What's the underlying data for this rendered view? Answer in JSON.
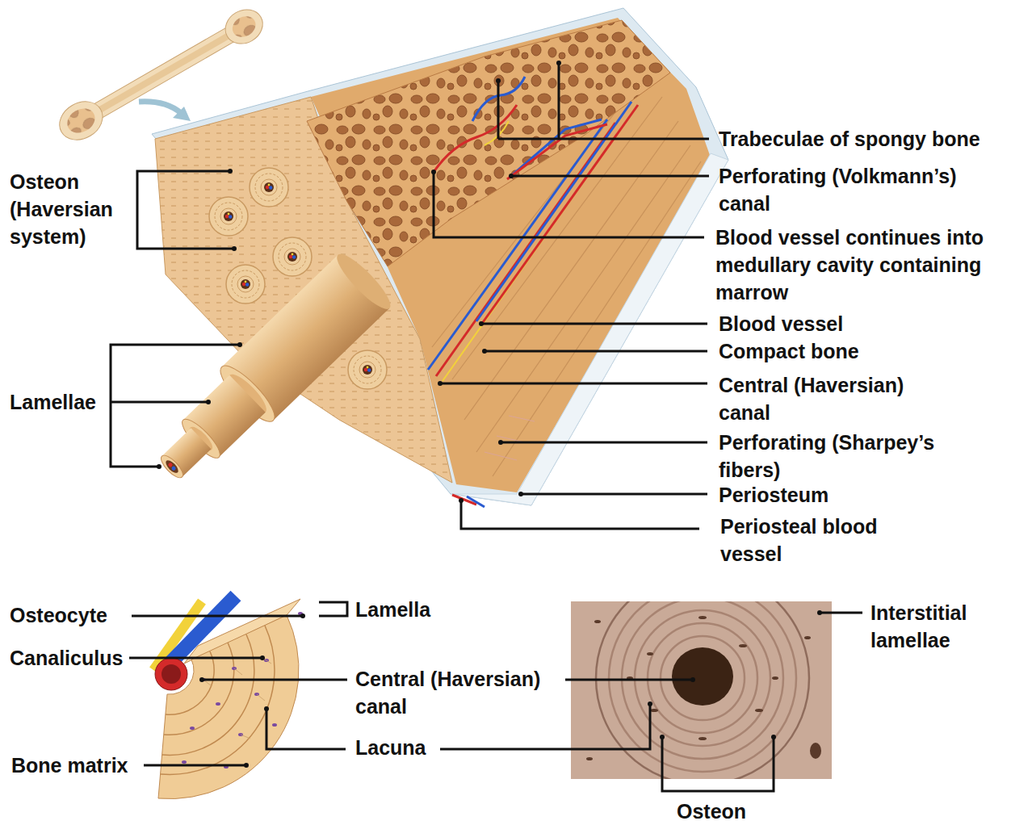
{
  "diagram": {
    "labels": [
      "Osteon (Haversian system)",
      "Trabeculae of spongy bone",
      "Perforating (Volkmann’s) canal",
      "Blood vessel continues into medullary cavity containing marrow",
      "Blood vessel",
      "Lamellae",
      "Compact bone",
      "Central (Haversian) canal",
      "Perforating (Sharpey’s fibers)",
      "Periosteum",
      "Periosteal blood vessel",
      "Lamella",
      "Osteocyte",
      "Interstitial lamellae",
      "Canaliculus",
      "Central (Haversian) canal",
      "Lacuna",
      "Bone matrix",
      "Osteon"
    ]
  }
}
